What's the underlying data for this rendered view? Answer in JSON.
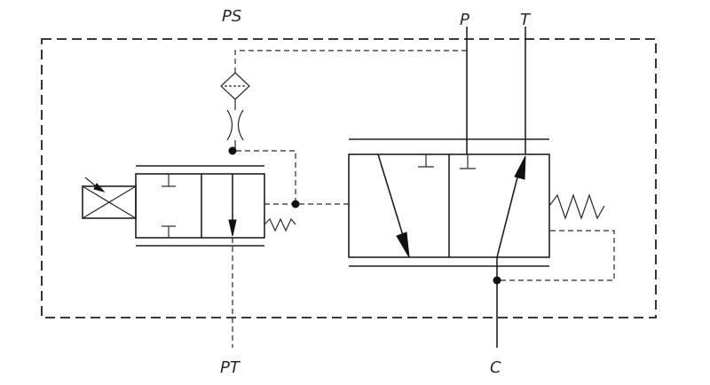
{
  "ports": {
    "ps": "PS",
    "p": "P",
    "t": "T",
    "pt": "PT",
    "c": "C"
  },
  "colors": {
    "line": "#1f1f1f",
    "background": "#ffffff"
  },
  "icons": [
    "filter-icon",
    "orifice-icon",
    "solenoid-icon",
    "spring-icon"
  ]
}
